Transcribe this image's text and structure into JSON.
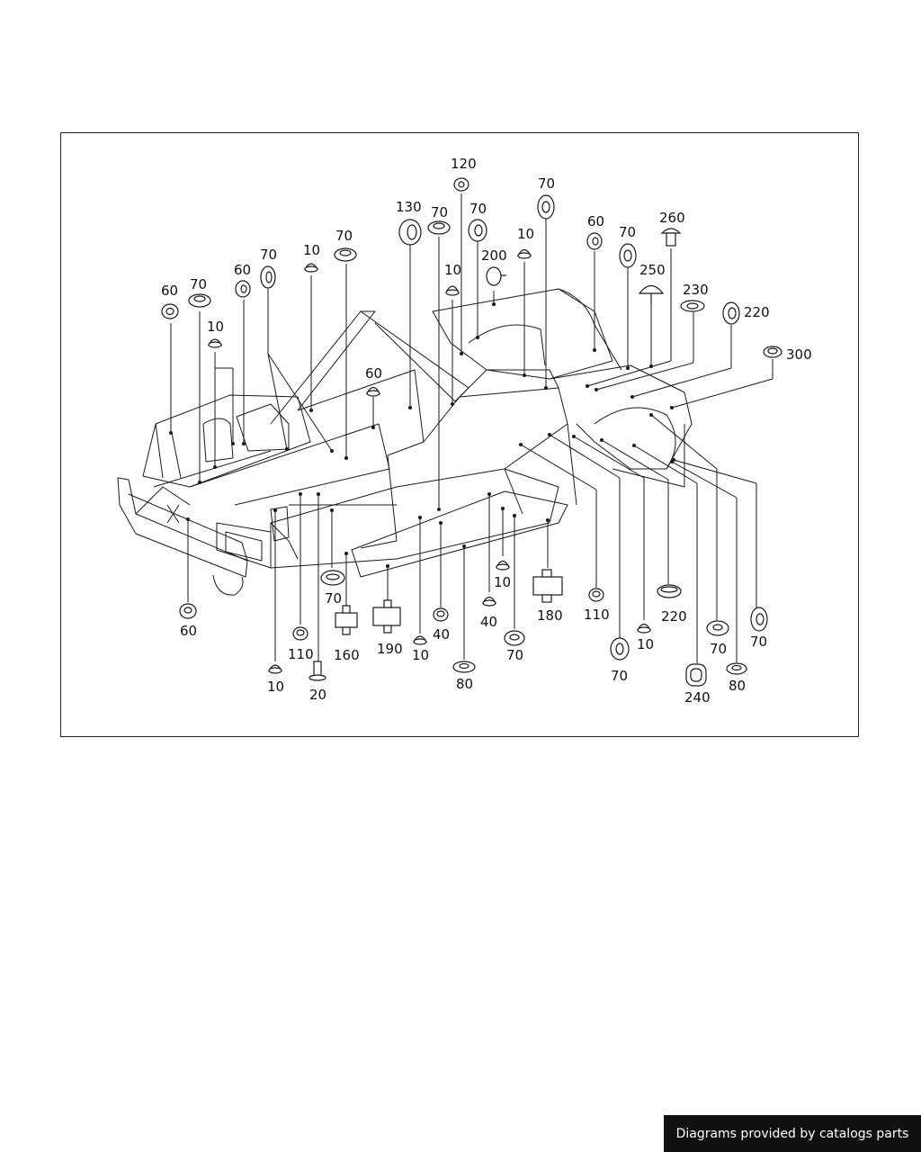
{
  "diagram": {
    "callouts": [
      {
        "id": "c120",
        "label": "120"
      },
      {
        "id": "c70a",
        "label": "70"
      },
      {
        "id": "c130",
        "label": "130"
      },
      {
        "id": "c70b",
        "label": "70"
      },
      {
        "id": "c70c",
        "label": "70"
      },
      {
        "id": "c10a",
        "label": "10"
      },
      {
        "id": "c60a",
        "label": "60"
      },
      {
        "id": "c70d",
        "label": "70"
      },
      {
        "id": "c260",
        "label": "260"
      },
      {
        "id": "c70e",
        "label": "70"
      },
      {
        "id": "c10b",
        "label": "10"
      },
      {
        "id": "c200",
        "label": "200"
      },
      {
        "id": "c10c",
        "label": "10"
      },
      {
        "id": "c250",
        "label": "250"
      },
      {
        "id": "c70f",
        "label": "70"
      },
      {
        "id": "c60b",
        "label": "60"
      },
      {
        "id": "c70g",
        "label": "70"
      },
      {
        "id": "c60c",
        "label": "60"
      },
      {
        "id": "c230",
        "label": "230"
      },
      {
        "id": "c220a",
        "label": "220"
      },
      {
        "id": "c10d",
        "label": "10"
      },
      {
        "id": "c300",
        "label": "300"
      },
      {
        "id": "c60d",
        "label": "60"
      },
      {
        "id": "c60e",
        "label": "60"
      },
      {
        "id": "c70h",
        "label": "70"
      },
      {
        "id": "c10e",
        "label": "10"
      },
      {
        "id": "c180",
        "label": "180"
      },
      {
        "id": "c110a",
        "label": "110"
      },
      {
        "id": "c220b",
        "label": "220"
      },
      {
        "id": "c40a",
        "label": "40"
      },
      {
        "id": "c70i",
        "label": "70"
      },
      {
        "id": "c40b",
        "label": "40"
      },
      {
        "id": "c160",
        "label": "160"
      },
      {
        "id": "c190",
        "label": "190"
      },
      {
        "id": "c10f",
        "label": "10"
      },
      {
        "id": "c70j",
        "label": "70"
      },
      {
        "id": "c110b",
        "label": "110"
      },
      {
        "id": "c10g",
        "label": "10"
      },
      {
        "id": "c70k",
        "label": "70"
      },
      {
        "id": "c70l",
        "label": "70"
      },
      {
        "id": "c10h",
        "label": "10"
      },
      {
        "id": "c20",
        "label": "20"
      },
      {
        "id": "c80a",
        "label": "80"
      },
      {
        "id": "c240",
        "label": "240"
      },
      {
        "id": "c80b",
        "label": "80"
      }
    ]
  },
  "footer": {
    "credit": "Diagrams provided by catalogs parts"
  },
  "colors": {
    "line": "#1a1a1a",
    "banner_bg": "#111111",
    "banner_text": "#ffffff"
  }
}
